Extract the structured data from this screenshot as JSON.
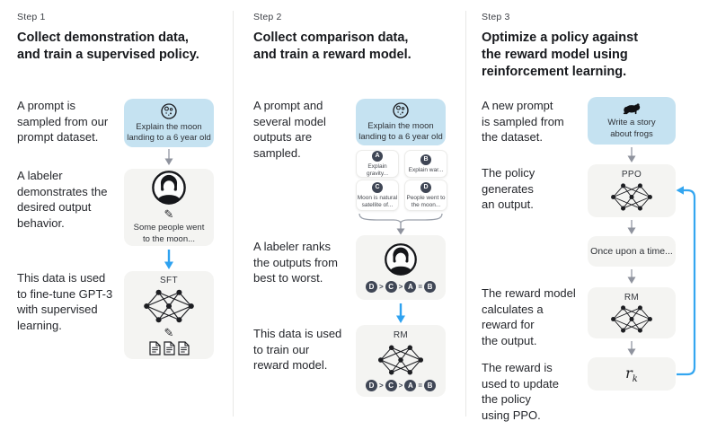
{
  "steps": [
    {
      "label": "Step 1",
      "title": "Collect demonstration data,\nand train a supervised policy.",
      "captions": [
        "A prompt is\nsampled from our\nprompt dataset.",
        "A labeler\ndemonstrates the\ndesired output\nbehavior.",
        "This data is used\nto fine-tune GPT-3\nwith supervised\nlearning."
      ],
      "prompt_box": {
        "text": "Explain the moon\nlanding to a 6 year old"
      },
      "labeler_box": {
        "text": "Some people went\nto the moon..."
      },
      "sft_box": {
        "label": "SFT"
      }
    },
    {
      "label": "Step 2",
      "title": "Collect comparison data,\nand train a reward model.",
      "captions": [
        "A prompt and\nseveral model\noutputs are\nsampled.",
        "A labeler ranks\nthe outputs from\nbest to worst.",
        "This data is used\nto train our\nreward model."
      ],
      "prompt_box": {
        "text": "Explain the moon\nlanding to a 6 year old"
      },
      "outputs": [
        {
          "id": "A",
          "text": "Explain gravity..."
        },
        {
          "id": "B",
          "text": "Explain war..."
        },
        {
          "id": "C",
          "text": "Moon is natural\nsatellite of..."
        },
        {
          "id": "D",
          "text": "People went to\nthe moon..."
        }
      ],
      "ranking": {
        "items": [
          "D",
          "C",
          "A",
          "B"
        ],
        "seps": [
          ">",
          ">",
          "="
        ]
      },
      "rm_box": {
        "label": "RM"
      }
    },
    {
      "label": "Step 3",
      "title": "Optimize a policy against\nthe reward model using\nreinforcement learning.",
      "captions": [
        "A new prompt\nis sampled from\nthe dataset.",
        "The policy\ngenerates\nan output.",
        "The reward model\ncalculates a\nreward for\nthe output.",
        "The reward is\nused to update\nthe policy\nusing PPO."
      ],
      "prompt_box": {
        "text": "Write a story\nabout frogs"
      },
      "ppo_box": {
        "label": "PPO"
      },
      "output_box": {
        "text": "Once upon a time..."
      },
      "rm_box": {
        "label": "RM"
      },
      "reward_box": {
        "base": "r",
        "sub": "k"
      }
    }
  ],
  "colors": {
    "prompt_box_bg": "#c5e2f1",
    "model_box_bg": "#f4f4f2",
    "badge_bg": "#3f4655",
    "blue_arrow": "#2ea2f0",
    "gray_arrow": "#9aa0aa"
  }
}
